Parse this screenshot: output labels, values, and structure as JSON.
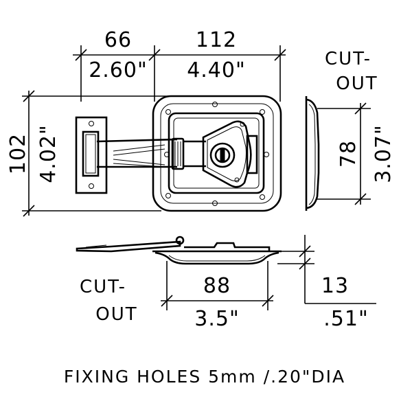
{
  "dimensions": {
    "top_width_mm": "66",
    "top_width_in": "2.60\"",
    "top_length_mm": "112",
    "top_length_in": "4.40\"",
    "left_height_mm": "102",
    "left_height_in": "4.02\"",
    "cutout_height_mm": "78",
    "cutout_height_in": "3.07\"",
    "cutout_width_mm": "88",
    "cutout_width_in": "3.5\"",
    "depth_mm": "13",
    "depth_in": ".51\""
  },
  "labels": {
    "cutout_right_line1": "CUT-",
    "cutout_right_line2": "OUT",
    "cutout_bottom_line1": "CUT-",
    "cutout_bottom_line2": "OUT"
  },
  "note": "FIXING HOLES 5mm /.20\"DIA"
}
